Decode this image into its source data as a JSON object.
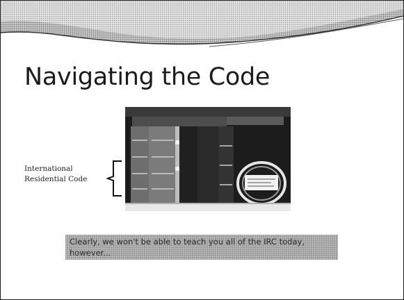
{
  "slide": {
    "title": "Navigating the Code",
    "callout_label_lines": [
      "International",
      "Residential Code"
    ],
    "note_text": "Clearly, we won't be able to teach you all of the IRC today, however..."
  },
  "icons": {
    "header": "halftone-swoosh-band",
    "photo": "code-book-photo-icon",
    "bracket": "bracket-icon"
  },
  "colors": {
    "title": "#1b1b1b",
    "border": "#1a1a1a",
    "note_box": "#9c9c9c"
  }
}
